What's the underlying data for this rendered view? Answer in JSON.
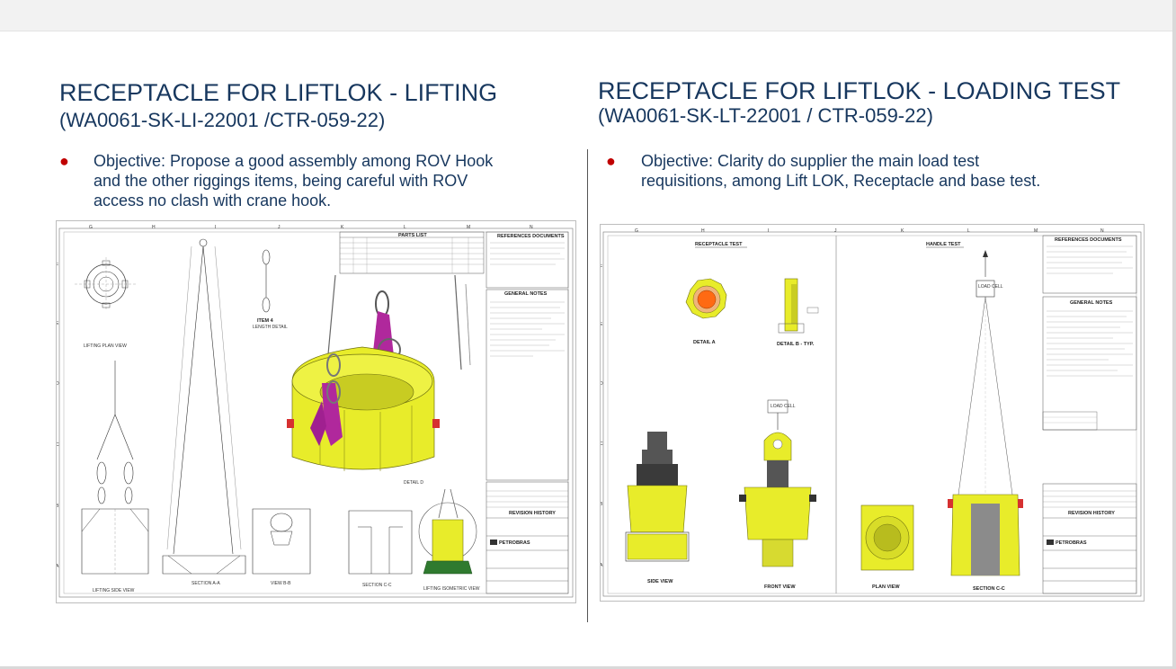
{
  "colors": {
    "title": "#17375e",
    "bullet": "#c00000",
    "yellow": "#e8ec2a",
    "magenta": "#b0289c",
    "orange": "#ff6a13"
  },
  "left": {
    "title": "RECEPTACLE FOR LIFTLOK - LIFTING",
    "subtitle": "(WA0061-SK-LI-22001 /CTR-059-22)",
    "objective_line1": "Objective: Propose a good assembly among ROV Hook",
    "objective_line2": "and the other riggings items, being careful with ROV",
    "objective_line3": "access no clash with crane hook.",
    "drawing": {
      "col_labels": [
        "G",
        "H",
        "I",
        "J",
        "K",
        "L",
        "M",
        "N"
      ],
      "row_labels": [
        "F",
        "E",
        "D",
        "C",
        "B",
        "A"
      ],
      "parts_list": "PARTS LIST",
      "reference_documents": "REFERENCES DOCUMENTS",
      "general_notes": "GENERAL NOTES",
      "revision_history": "REVISION HISTORY",
      "views": {
        "lifting_plan_view": "LIFTING PLAN VIEW",
        "lifting_side_view": "LIFTING SIDE VIEW",
        "section_a_a": "SECTION A-A",
        "view_b_b": "VIEW B-B",
        "section_c_c": "SECTION C-C",
        "lifting_isometric_view": "LIFTING ISOMETRIC VIEW",
        "item_4": "ITEM 4",
        "length_detail": "LENGTH DETAIL",
        "detail_d": "DETAIL D"
      },
      "company": "PETROBRAS"
    }
  },
  "right": {
    "title": "RECEPTACLE FOR LIFTLOK - LOADING TEST",
    "subtitle": "(WA0061-SK-LT-22001 / CTR-059-22)",
    "objective_line1": "Objective: Clarity do supplier the main load test",
    "objective_line2": "requisitions, among Lift LOK, Receptacle and base test.",
    "drawing": {
      "col_labels": [
        "G",
        "H",
        "I",
        "J",
        "K",
        "L",
        "M",
        "N"
      ],
      "row_labels": [
        "F",
        "E",
        "D",
        "C",
        "B",
        "A"
      ],
      "reference_documents": "REFERENCES DOCUMENTS",
      "general_notes": "GENERAL NOTES",
      "revision_history": "REVISION HISTORY",
      "views": {
        "receptacle_test": "RECEPTACLE TEST",
        "handle_test": "HANDLE TEST",
        "detail_a": "DETAIL A",
        "detail_b": "DETAIL B - TYP.",
        "side_view": "SIDE VIEW",
        "front_view": "FRONT VIEW",
        "plan_view": "PLAN VIEW",
        "section_c_c": "SECTION C-C",
        "load_cell": "LOAD CELL"
      },
      "company": "PETROBRAS"
    }
  }
}
